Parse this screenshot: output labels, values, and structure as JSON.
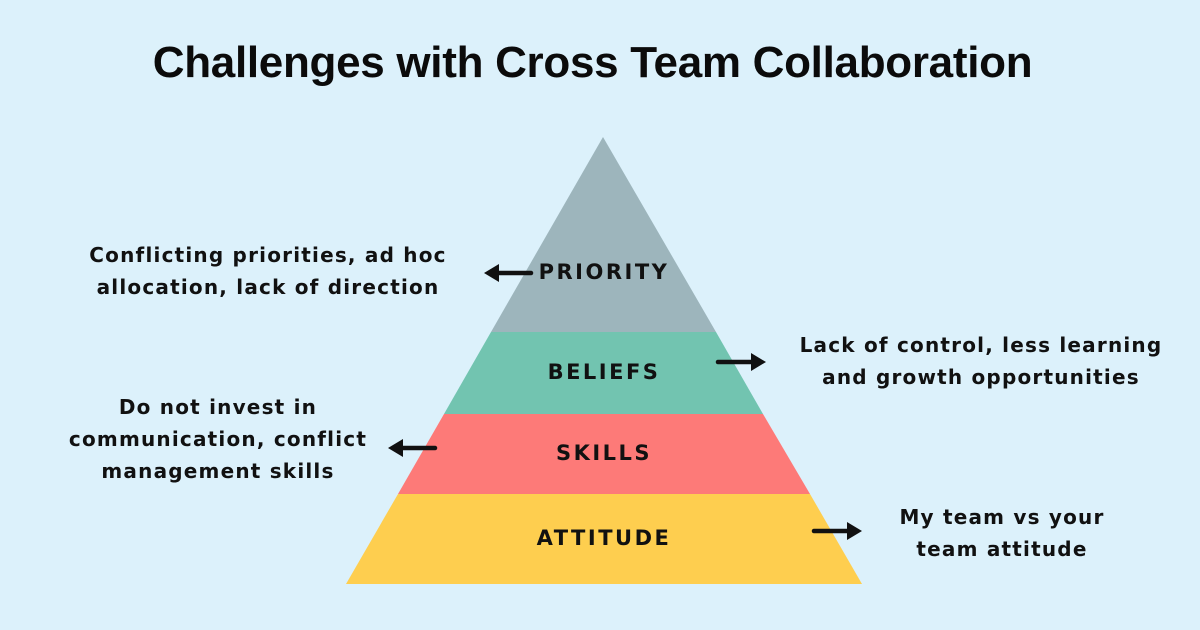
{
  "title": "Challenges with Cross Team Collaboration",
  "colors": {
    "background": "#dcf1fb",
    "priority": "#9db5bc",
    "beliefs": "#72c4b0",
    "skills": "#fd7a78",
    "attitude": "#fece4f",
    "text": "#111111"
  },
  "layers": [
    {
      "label": "PRIORITY",
      "arrow": "left",
      "description": [
        "Conflicting priorities, ad hoc",
        "allocation, lack of direction"
      ]
    },
    {
      "label": "BELIEFS",
      "arrow": "right",
      "description": [
        "Lack of control, less learning",
        "and  growth opportunities"
      ]
    },
    {
      "label": "SKILLS",
      "arrow": "left",
      "description": [
        "Do not invest in",
        "communication, conflict",
        "management skills"
      ]
    },
    {
      "label": "ATTITUDE",
      "arrow": "right",
      "description": [
        "My team vs your",
        "team attitude"
      ]
    }
  ]
}
